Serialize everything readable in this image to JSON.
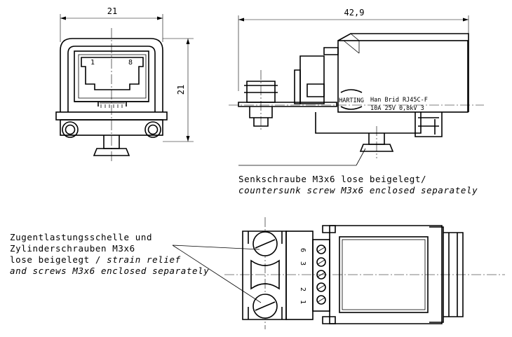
{
  "dimensions": {
    "front_width": "21",
    "front_height": "21",
    "side_length": "42,9"
  },
  "connector": {
    "pin_left": "1",
    "pin_right": "8",
    "brand_logo": "HARTING",
    "label_line1": "Han Brid RJ45C-F",
    "label_line2": "10A 25V 0,8kV 3"
  },
  "screw_note": {
    "line1": "Senkschraube M3x6 lose beigelegt/",
    "line2": "countersunk screw M3x6 enclosed separately"
  },
  "strain_relief_note": {
    "line1": "Zugentlastungsschelle und",
    "line2": "Zylinderschrauben M3x6",
    "line3": "lose beigelegt / ",
    "line3_italic": "strain relief",
    "line4": "and screws M3x6 enclosed separately"
  },
  "terminal_labels": [
    "6",
    "3",
    "2",
    "1"
  ]
}
